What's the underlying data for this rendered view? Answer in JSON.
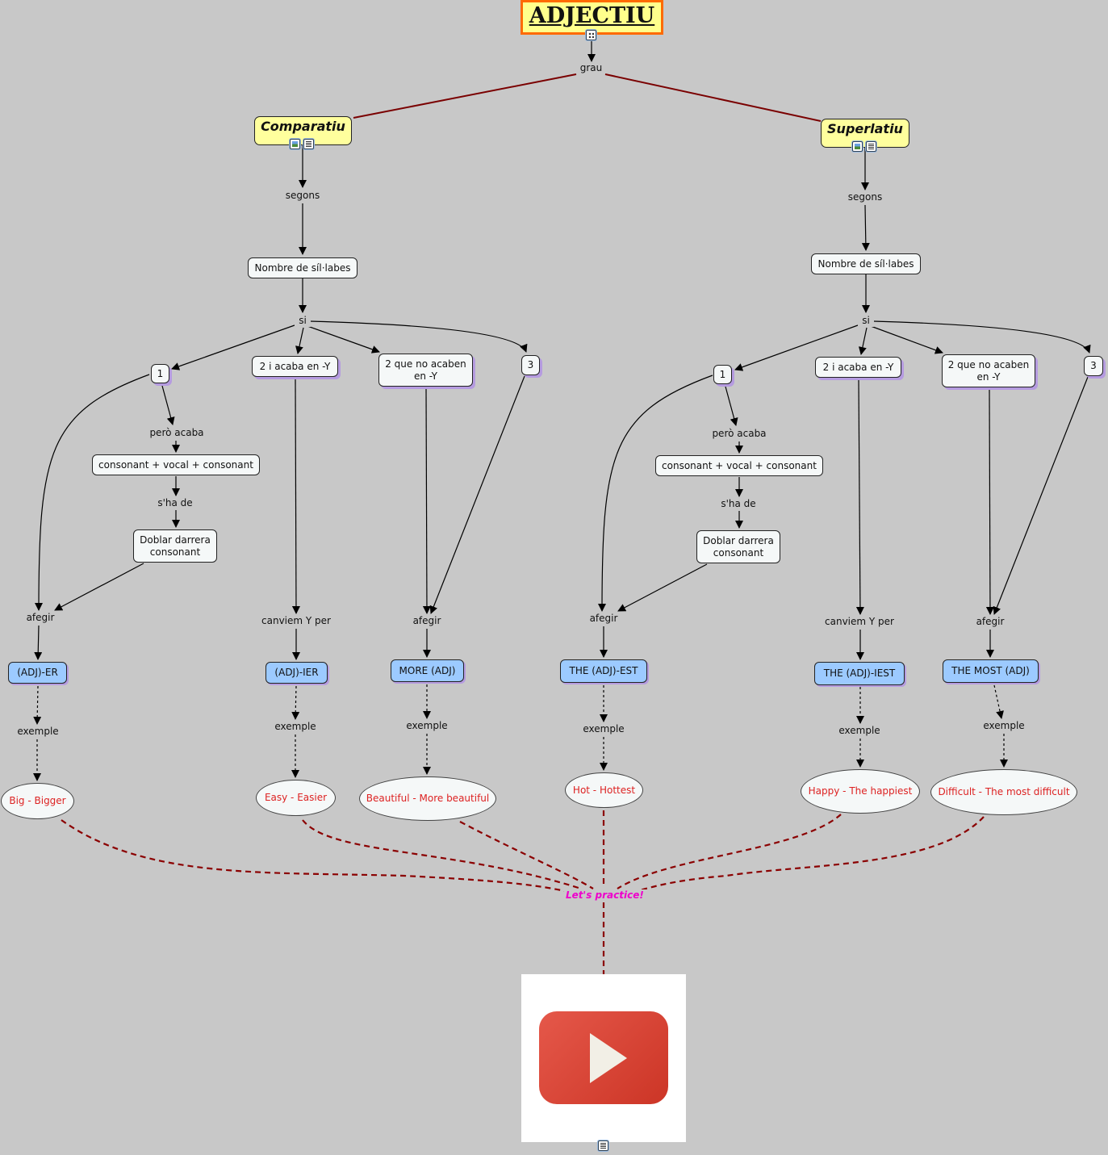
{
  "title": "ADJECTIU",
  "link_grau": "grau",
  "practice_label": "Let's practice!",
  "comparatiu": {
    "title": "Comparatiu",
    "segons": "segons",
    "sillabes": "Nombre de síl·labes",
    "si": "si",
    "one": "1",
    "two_y": "2 i acaba en -Y",
    "two_not_y": "2 que no acaben\nen -Y",
    "three": "3",
    "pero_acaba": "però acaba",
    "cvc": "consonant + vocal + consonant",
    "sha_de": "s'ha de",
    "doblar": "Doblar darrera\nconsonant",
    "afegir_1": "afegir",
    "canviem": "canviem Y per",
    "afegir_2": "afegir",
    "rule_1": "(ADJ)-ER",
    "rule_2": "(ADJ)-IER",
    "rule_3": "MORE (ADJ)",
    "exemple_1": "exemple",
    "exemple_2": "exemple",
    "exemple_3": "exemple",
    "ex_1": "Big - Bigger",
    "ex_2": "Easy - Easier",
    "ex_3": "Beautiful - More beautiful"
  },
  "superlatiu": {
    "title": "Superlatiu",
    "segons": "segons",
    "sillabes": "Nombre de síl·labes",
    "si": "si",
    "one": "1",
    "two_y": "2 i acaba en -Y",
    "two_not_y": "2 que no acaben\nen -Y",
    "three": "3",
    "pero_acaba": "però acaba",
    "cvc": "consonant + vocal + consonant",
    "sha_de": "s'ha de",
    "doblar": "Doblar darrera\nconsonant",
    "afegir_1": "afegir",
    "canviem": "canviem Y per",
    "afegir_2": "afegir",
    "rule_1": "THE (ADJ)-EST",
    "rule_2": "THE (ADJ)-IEST",
    "rule_3": "THE MOST (ADJ)",
    "exemple_1": "exemple",
    "exemple_2": "exemple",
    "exemple_3": "exemple",
    "ex_1": "Hot - Hottest",
    "ex_2": "Happy - The happiest",
    "ex_3": "Difficult - The most difficult"
  },
  "icons": [
    "concept-map-icon",
    "image-icon",
    "document-icon",
    "document-icon"
  ],
  "colors": {
    "background": "#c8c8c8",
    "title_fill": "#ffff8c",
    "title_border": "#ff6a00",
    "branch_fill": "#ffff9d",
    "rule_fill": "#9ccaff",
    "example_text": "#dd2222",
    "practice_text": "#ee00cc",
    "dark_red_link": "#7a0000"
  }
}
